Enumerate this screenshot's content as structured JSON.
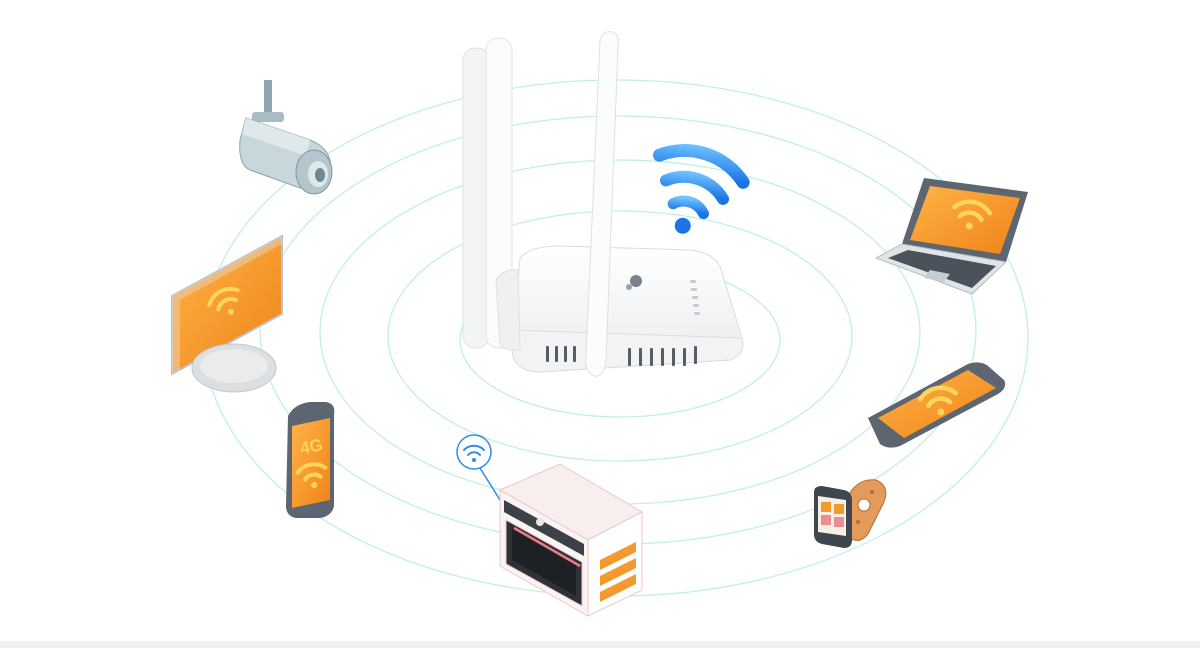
{
  "colors": {
    "ring": "#bff0e6",
    "orange": "#f39a2e",
    "orange_dark": "#e07d16",
    "wifi_yellow": "#ffd45c",
    "wifi_blue": "#2d8cf0",
    "router_white": "#f7f8f9",
    "router_shadow": "#d9dde2",
    "device_gray": "#5d6670",
    "footer": "#f0f0f1"
  },
  "router": {
    "icon": "wifi-router-icon",
    "signal_icon": "wifi-signal-icon",
    "led_count": 5,
    "front_vents": 7,
    "side_vents": 4
  },
  "devices": {
    "camera": {
      "icon": "security-camera-icon"
    },
    "monitor": {
      "icon": "monitor-icon"
    },
    "phone": {
      "icon": "smartphone-icon",
      "network_label": "4G"
    },
    "oven": {
      "icon": "smart-oven-icon"
    },
    "laptop": {
      "icon": "laptop-icon"
    },
    "tablet": {
      "icon": "tablet-icon"
    },
    "watch": {
      "icon": "smartwatch-icon"
    }
  }
}
